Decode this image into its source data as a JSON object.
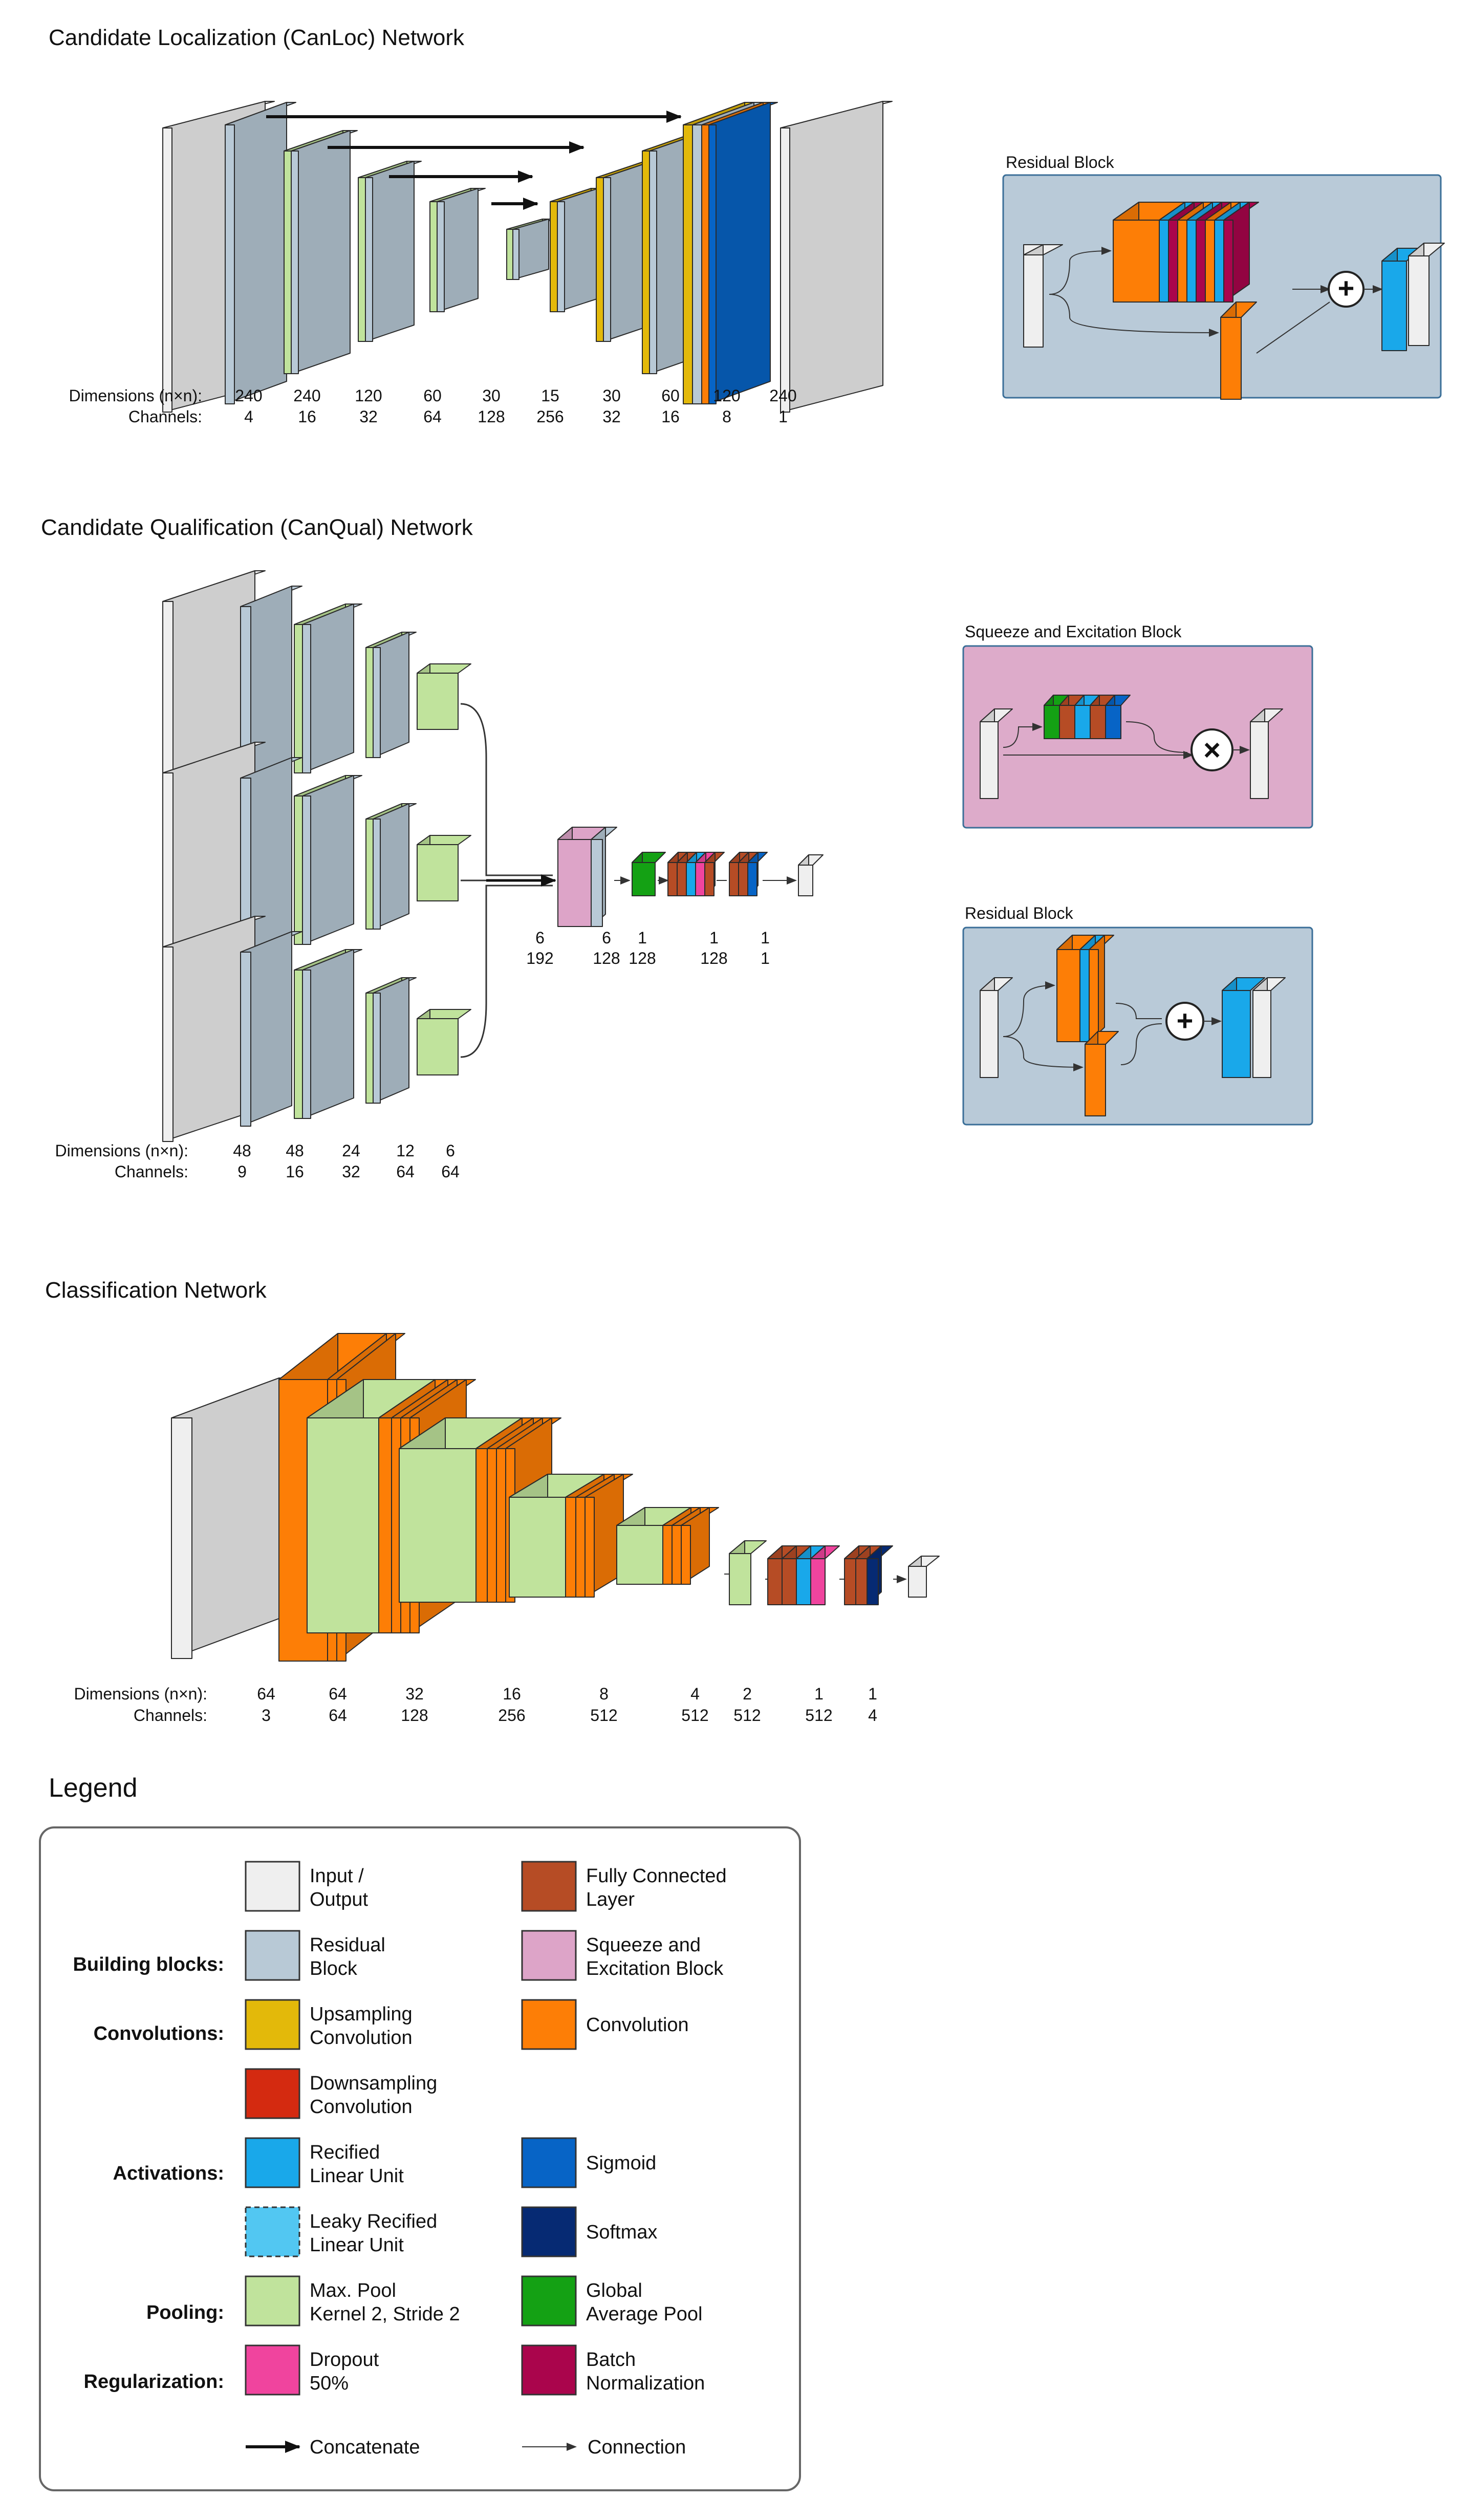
{
  "colors": {
    "input_output": "#efefef",
    "residual": "#b8c9d6",
    "upsampling": "#e3b90a",
    "downsampling": "#d42a10",
    "convolution": "#fd7e06",
    "relu": "#19a8ea",
    "leaky_relu": "#52c7f2",
    "maxpool": "#c0e39c",
    "dropout": "#f0449e",
    "fully_connected": "#b64c25",
    "squeeze_excitation": "#dda4c8",
    "sigmoid": "#0764c6",
    "softmax": "#062a73",
    "global_avg_pool": "#14a114",
    "batch_norm": "#aa054c",
    "residual_panel": "#b9cad8",
    "se_panel": "#ddabca"
  },
  "canloc": {
    "title": "Candidate Localization (CanLoc) Network",
    "dim_label": "Dimensions (n×n):",
    "ch_label": "Channels:",
    "dims": [
      "240",
      "240",
      "120",
      "60",
      "30",
      "15",
      "30",
      "60",
      "120",
      "240"
    ],
    "channels": [
      "4",
      "16",
      "32",
      "64",
      "128",
      "256",
      "32",
      "16",
      "8",
      "1"
    ],
    "residual_title": "Residual Block"
  },
  "canqual": {
    "title": "Candidate Qualification (CanQual) Network",
    "dim_label": "Dimensions (n×n):",
    "ch_label": "Channels:",
    "dims": [
      "48",
      "48",
      "24",
      "12",
      "6"
    ],
    "channels": [
      "9",
      "16",
      "32",
      "64",
      "64"
    ],
    "head_dims": [
      "6",
      "6",
      "1",
      "1",
      "1"
    ],
    "head_channels": [
      "192",
      "128",
      "128",
      "128",
      "1"
    ],
    "se_title": "Squeeze and Excitation Block",
    "residual_title": "Residual Block"
  },
  "classification": {
    "title": "Classification Network",
    "dim_label": "Dimensions (n×n):",
    "ch_label": "Channels:",
    "dims": [
      "64",
      "64",
      "32",
      "16",
      "8",
      "4",
      "2",
      "1",
      "1"
    ],
    "channels": [
      "3",
      "64",
      "128",
      "256",
      "512",
      "512",
      "512",
      "512",
      "4"
    ]
  },
  "legend": {
    "title": "Legend",
    "categories": {
      "building": "Building blocks:",
      "convolutions": "Convolutions:",
      "activations": "Activations:",
      "pooling": "Pooling:",
      "regularization": "Regularization:"
    },
    "items": {
      "input_output": [
        "Input /",
        "Output"
      ],
      "fully_connected": [
        "Fully Connected",
        "Layer"
      ],
      "residual": [
        "Residual",
        "Block"
      ],
      "squeeze_excitation": [
        "Squeeze and",
        "Excitation Block"
      ],
      "upsampling": [
        "Upsampling",
        "Convolution"
      ],
      "convolution": [
        "Convolution"
      ],
      "downsampling": [
        "Downsampling",
        "Convolution"
      ],
      "relu": [
        "Recified",
        "Linear Unit"
      ],
      "sigmoid": [
        "Sigmoid"
      ],
      "leaky_relu": [
        "Leaky Recified",
        "Linear Unit"
      ],
      "softmax": [
        "Softmax"
      ],
      "maxpool": [
        "Max. Pool",
        "Kernel 2, Stride 2"
      ],
      "global_avg_pool": [
        "Global",
        "Average Pool"
      ],
      "dropout": [
        "Dropout",
        "50%"
      ],
      "batch_norm": [
        "Batch",
        "Normalization"
      ],
      "concatenate": [
        "Concatenate"
      ],
      "connection": [
        "Connection"
      ]
    }
  },
  "symbols": {
    "plus": "+",
    "times": "×"
  }
}
